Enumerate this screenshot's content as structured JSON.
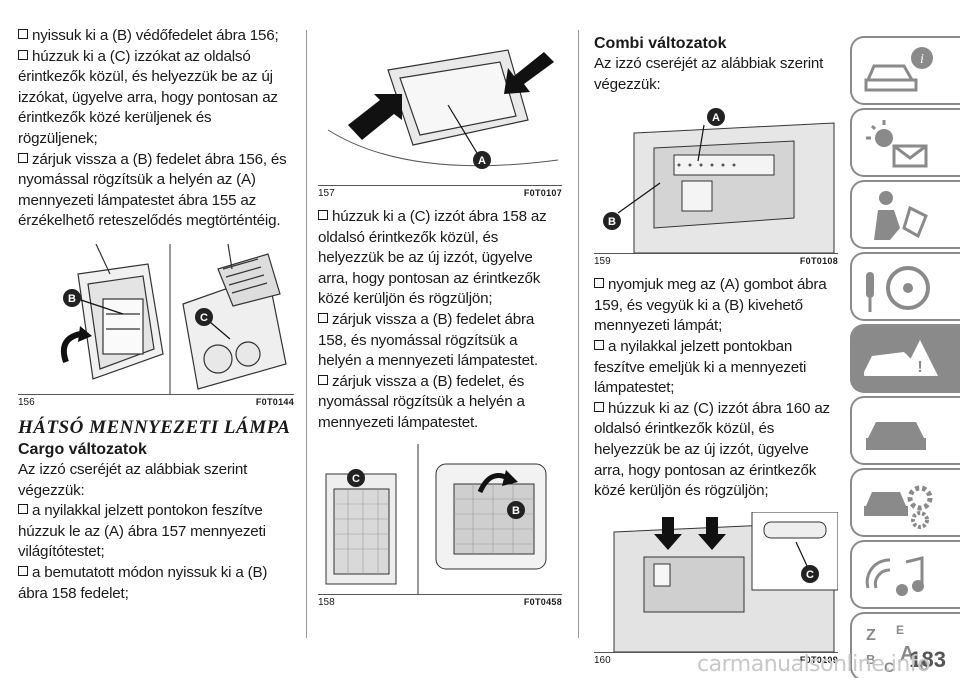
{
  "col1": {
    "steps_top": [
      "nyissuk ki a (B) védőfedelet ábra 156;",
      "húzzuk ki a (C) izzókat az oldalsó érintkezők közül, és helyezzük be az új izzókat, ügyelve arra, hogy pontosan az érintkezők közé kerüljenek és rögzüljenek;",
      "zárjuk vissza a (B) fedelet ábra 156, és nyomással rögzítsük a helyén az (A) mennyezeti lámpatestet ábra 155 az érzékelhető reteszelődés megtörténtéig."
    ],
    "fig156": {
      "num": "156",
      "code": "F0T0144",
      "label_b": "B",
      "label_c": "C"
    },
    "section_title": "HÁTSÓ MENNYEZETI LÁMPA",
    "subsection": "Cargo változatok",
    "intro": "Az izzó cseréjét az alábbiak szerint végezzük:",
    "steps_bottom": [
      "a nyilakkal jelzett pontokon feszítve húzzuk le az (A) ábra 157 mennyezeti világítótestet;",
      "a bemutatott módon nyissuk ki a (B) ábra 158 fedelet;"
    ]
  },
  "col2": {
    "fig157": {
      "num": "157",
      "code": "F0T0107",
      "label_a": "A"
    },
    "steps": [
      "húzzuk ki a (C) izzót ábra 158 az oldalsó érintkezők közül, és helyezzük be az új izzót, ügyelve arra, hogy pontosan az érintkezők közé kerüljön és rögzüljön;",
      "zárjuk vissza a (B) fedelet ábra 158, és nyomással rögzítsük a helyén a mennyezeti lámpatestet.",
      "zárjuk vissza a (B) fedelet, és nyomással rögzítsük a helyén a mennyezeti lámpatestet."
    ],
    "fig158": {
      "num": "158",
      "code": "F0T0458",
      "label_c": "C",
      "label_b": "B"
    }
  },
  "col3": {
    "subsection": "Combi változatok",
    "intro": "Az izzó cseréjét az alábbiak szerint végezzük:",
    "fig159": {
      "num": "159",
      "code": "F0T0108",
      "label_a": "A",
      "label_b": "B"
    },
    "steps": [
      "nyomjuk meg az (A) gombot ábra 159, és vegyük ki a (B) kivehető mennyezeti lámpát;",
      "a nyilakkal jelzett pontokban feszítve emeljük ki a mennyezeti lámpatestet;",
      "húzzuk ki az (C) izzót ábra 160 az oldalsó érintkezők közül, és helyezzük be az új izzót, ügyelve arra, hogy pontosan az érintkezők közé kerüljön és rögzüljön;"
    ],
    "fig160": {
      "num": "160",
      "code": "F0T0109",
      "label_c": "C"
    }
  },
  "sidebar": {
    "tabs": [
      "car-info-icon",
      "lights-warning-icon",
      "safety-seat-icon",
      "steering-key-icon",
      "emergency-car-icon",
      "service-car-icon",
      "settings-gear-icon",
      "media-music-icon",
      "index-letters-icon"
    ],
    "active_index": 4
  },
  "footer": {
    "page": "183",
    "watermark": "carmanualsonline.info"
  }
}
